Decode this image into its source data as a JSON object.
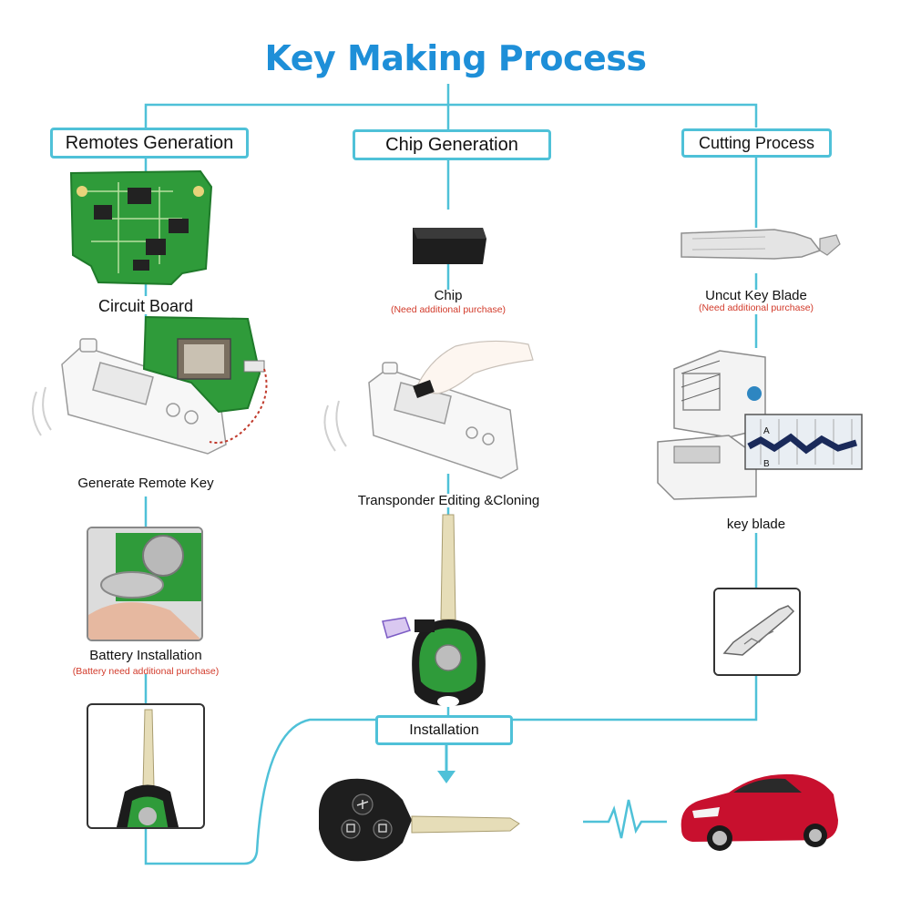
{
  "title": "Key Making Process",
  "colors": {
    "title": "#1e8fd8",
    "connector": "#4fc1d8",
    "note": "#d23a2a",
    "pcb": "#2f9b3a",
    "car": "#c8102e"
  },
  "columns": {
    "remotes": {
      "heading": "Remotes Generation",
      "steps": [
        {
          "label": "Circuit Board"
        },
        {
          "label": "Generate Remote Key"
        },
        {
          "label": "Battery Installation",
          "note": "(Battery need additional purchase)"
        }
      ]
    },
    "chip": {
      "heading": "Chip Generation",
      "steps": [
        {
          "label": "Chip",
          "note": "(Need additional purchase)"
        },
        {
          "label": "Transponder Editing &Cloning"
        }
      ]
    },
    "cutting": {
      "heading": "Cutting Process",
      "steps": [
        {
          "label": "Uncut Key  Blade",
          "note": "(Need additional purchase)"
        },
        {
          "label": "key blade"
        }
      ]
    }
  },
  "installation": {
    "label": "Installation"
  },
  "icons": [
    "circuit-board-icon",
    "remote-programmer-icon",
    "battery-icon",
    "transponder-chip-icon",
    "key-blade-icon",
    "key-cutting-machine-icon",
    "car-key-icon",
    "car-icon",
    "heartbeat-signal-icon",
    "down-arrow-icon"
  ]
}
